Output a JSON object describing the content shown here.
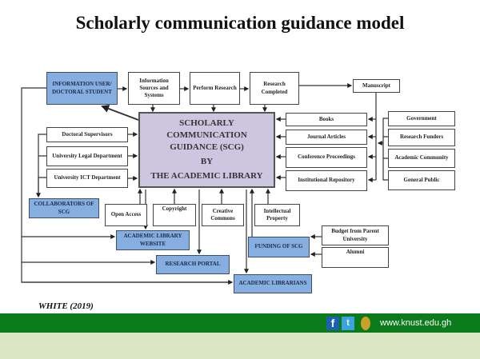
{
  "title": "Scholarly communication guidance model",
  "scg": {
    "l1": "SCHOLARLY",
    "l2": "COMMUNICATION",
    "l3": "GUIDANCE (SCG)",
    "l4": "BY",
    "l5": "THE ACADEMIC LIBRARY"
  },
  "boxes": {
    "info_user": "INFORMATION USER/ DOCTORAL STUDENT",
    "info_sources": "Information Sources and Systems",
    "perform": "Perform Research",
    "completed": "Research Completed",
    "manuscript": "Manuscript",
    "supervisors": "Doctoral Supervisors",
    "legal": "University Legal Department",
    "ict": "University ICT Department",
    "collaborators": "COLLABORATORS OF SCG",
    "books": "Books",
    "journal": "Journal Articles",
    "conference": "Conference Proceedings",
    "repository": "Institutional Repository",
    "government": "Government",
    "funders": "Research Funders",
    "community": "Academic Community",
    "public": "General Public",
    "open_access": "Open Access",
    "copyright": "Copyright",
    "creative": "Creative Commons",
    "ip": "Intellectual Property",
    "website": "ACADEMIC LIBRARY WEBSITE",
    "portal": "RESEARCH PORTAL",
    "librarians": "ACADEMIC LIBRARIANS",
    "funding": "FUNDING OF SCG",
    "budget": "Budget from Parent University",
    "alumni": "Alumni"
  },
  "citation": "WHITE (2019)",
  "footer": {
    "url": "www.knust.edu.gh",
    "icons": [
      "facebook-icon",
      "twitter-icon",
      "knust-crest-icon"
    ]
  },
  "colors": {
    "blue": "#86aee0",
    "scg": "#cdc6e0",
    "green": "#0b7a1b"
  }
}
